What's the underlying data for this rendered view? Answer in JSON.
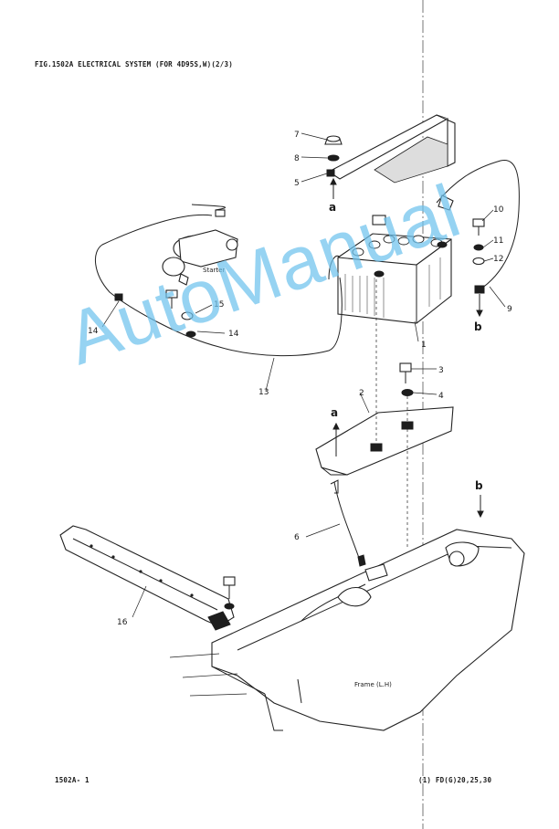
{
  "header": {
    "figure_title": "FIG.1502A ELECTRICAL SYSTEM (FOR 4D95S,W)(2/3)"
  },
  "footer": {
    "page_code": "1502A- 1",
    "model_code": "(1)  FD(G)20,25,30"
  },
  "watermark": {
    "text": "AutoManual",
    "color": "#6ec3ee"
  },
  "diagram": {
    "callouts": {
      "c1": "1",
      "c2": "2",
      "c3": "3",
      "c4": "4",
      "c5": "5",
      "c6": "6",
      "c7": "7",
      "c8": "8",
      "c9": "9",
      "c10": "10",
      "c11": "11",
      "c12": "12",
      "c13": "13",
      "c14a": "14",
      "c14b": "14",
      "c15": "15",
      "c16": "16"
    },
    "connectors": {
      "a_top": "a",
      "a_mid": "a",
      "b_right": "b",
      "b_bottom": "b"
    },
    "labels": {
      "starter": "Starter",
      "frame": "Frame (L.H)"
    }
  }
}
